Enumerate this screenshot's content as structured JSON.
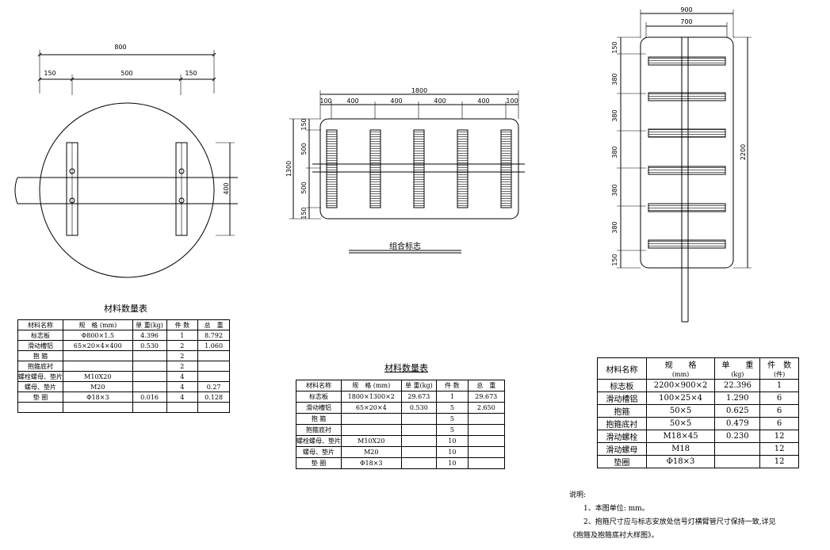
{
  "drawings": {
    "round_sign": {
      "dims": {
        "overall": "800",
        "left": "150",
        "middle": "500",
        "right": "150",
        "vertical": "400"
      }
    },
    "combined_sign": {
      "dims": {
        "overall": "1800",
        "segments": [
          "100",
          "400",
          "400",
          "400",
          "400",
          "100"
        ],
        "height": "1300",
        "vsegments": [
          "150",
          "500",
          "500",
          "150"
        ]
      },
      "caption": "组合标志"
    },
    "tall_sign": {
      "dims": {
        "outer": "900",
        "inner": "700",
        "height": "2200",
        "vsegments": [
          "150",
          "380",
          "380",
          "380",
          "380",
          "380",
          "150"
        ]
      }
    }
  },
  "table1": {
    "title": "材料数量表",
    "headers": [
      "材料名称",
      "规　格 (mm)",
      "单 重(kg)",
      "件 数",
      "总　重"
    ],
    "rows": [
      [
        "标志板",
        "Φ800×1.5",
        "4.396",
        "1",
        "8.792"
      ],
      [
        "滑动槽铝",
        "65×20×4×400",
        "0.530",
        "2",
        "1.060"
      ],
      [
        "抱 箍",
        "",
        "",
        "2",
        ""
      ],
      [
        "抱箍底衬",
        "",
        "",
        "2",
        ""
      ],
      [
        "螺栓螺母、垫片",
        "M10X20",
        "",
        "4",
        ""
      ],
      [
        "螺母、垫片",
        "M20",
        "",
        "4",
        "0.27"
      ],
      [
        "垫 圈",
        "Φ18×3",
        "0.016",
        "4",
        "0.128"
      ],
      [
        "",
        "",
        "",
        "",
        ""
      ]
    ]
  },
  "table2": {
    "title": "材料数量表",
    "headers": [
      "材料名称",
      "规　格 (mm)",
      "单 重(kg)",
      "件 数",
      "总　重"
    ],
    "rows": [
      [
        "标志板",
        "1800×1300×2",
        "29.673",
        "1",
        "29.673"
      ],
      [
        "滑动槽铝",
        "65×20×4",
        "0.530",
        "5",
        "2.650"
      ],
      [
        "抱 箍",
        "",
        "",
        "5",
        ""
      ],
      [
        "抱箍底衬",
        "",
        "",
        "5",
        ""
      ],
      [
        "螺栓螺母、垫片",
        "M10X20",
        "",
        "10",
        ""
      ],
      [
        "螺母、垫片",
        "M20",
        "",
        "10",
        ""
      ],
      [
        "垫 圈",
        "Φ18×3",
        "",
        "10",
        ""
      ]
    ]
  },
  "table3": {
    "headers": [
      "材料名称",
      "规　　格",
      "单　　重",
      "件　数"
    ],
    "header_units": [
      "",
      "(mm)",
      "(kg)",
      "(件)"
    ],
    "rows": [
      [
        "标志板",
        "2200×900×2",
        "22.396",
        "1"
      ],
      [
        "滑动槽铝",
        "100×25×4",
        "1.290",
        "6"
      ],
      [
        "抱箍",
        "50×5",
        "0.625",
        "6"
      ],
      [
        "抱箍底衬",
        "50×5",
        "0.479",
        "6"
      ],
      [
        "滑动螺栓",
        "M18×45",
        "0.230",
        "12"
      ],
      [
        "滑动螺母",
        "M18",
        "",
        "12"
      ],
      [
        "垫圈",
        "Φ18×3",
        "",
        "12"
      ]
    ]
  },
  "notes": {
    "heading": "说明:",
    "lines": [
      "1、本图单位: mm。",
      "2、抱箍尺寸应与标志安放处信号灯横臂管尺寸保持一致,详见",
      "《抱箍及抱箍底衬大样图》。"
    ]
  }
}
